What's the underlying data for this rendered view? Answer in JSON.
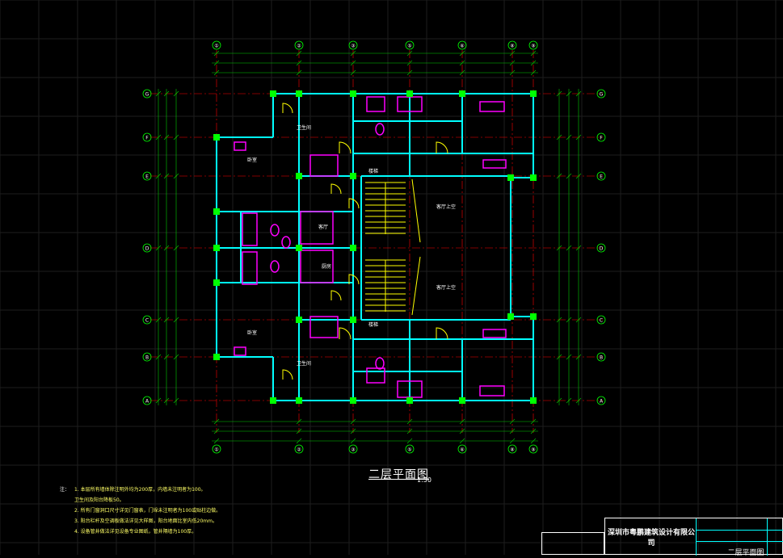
{
  "drawing": {
    "title": "二层平面图",
    "scale": "1:50"
  },
  "grid_top": [
    "①",
    "②",
    "③",
    "⑤",
    "⑥",
    "⑧",
    "⑨"
  ],
  "grid_left": [
    "G",
    "F",
    "E",
    "D",
    "C",
    "B",
    "A"
  ],
  "grid_right": [
    "G",
    "F",
    "E",
    "D",
    "C",
    "B",
    "A"
  ],
  "labels": {
    "stair_top": "楼梯",
    "stair_bottom": "楼梯",
    "room_bed": "卧室",
    "room_living": "客厅",
    "room_toilet": "卫生间",
    "room_kitchen": "厨房",
    "light_well_top": "客厅上空",
    "light_well_bottom": "客厅上空"
  },
  "notes": {
    "label": "注：",
    "items": [
      "1. 本层所有墙体除注明外均为200厚，内墙未注明者为100。",
      "   卫生间及阳台降板50。",
      "2. 所有门窗洞口尺寸详见门窗表，门垛未注明者为100或贴柱边做。",
      "3. 阳台栏杆及空调板做法详见大样图，阳台地面比室内低20mm。",
      "4. 设备管井做法详见设备专业图纸，管井隔墙为100厚。"
    ]
  },
  "title_block": {
    "company": "深圳市粤鹏建筑设计有限公司",
    "drawing_name": "二层平面图"
  },
  "colors": {
    "background": "#000000",
    "wall": "#00ffff",
    "column": "#00ff00",
    "axis": "#ff0000",
    "door": "#ffff00",
    "fixture": "#ff00ff",
    "dimension": "#00ff00",
    "text": "#ffffff"
  }
}
